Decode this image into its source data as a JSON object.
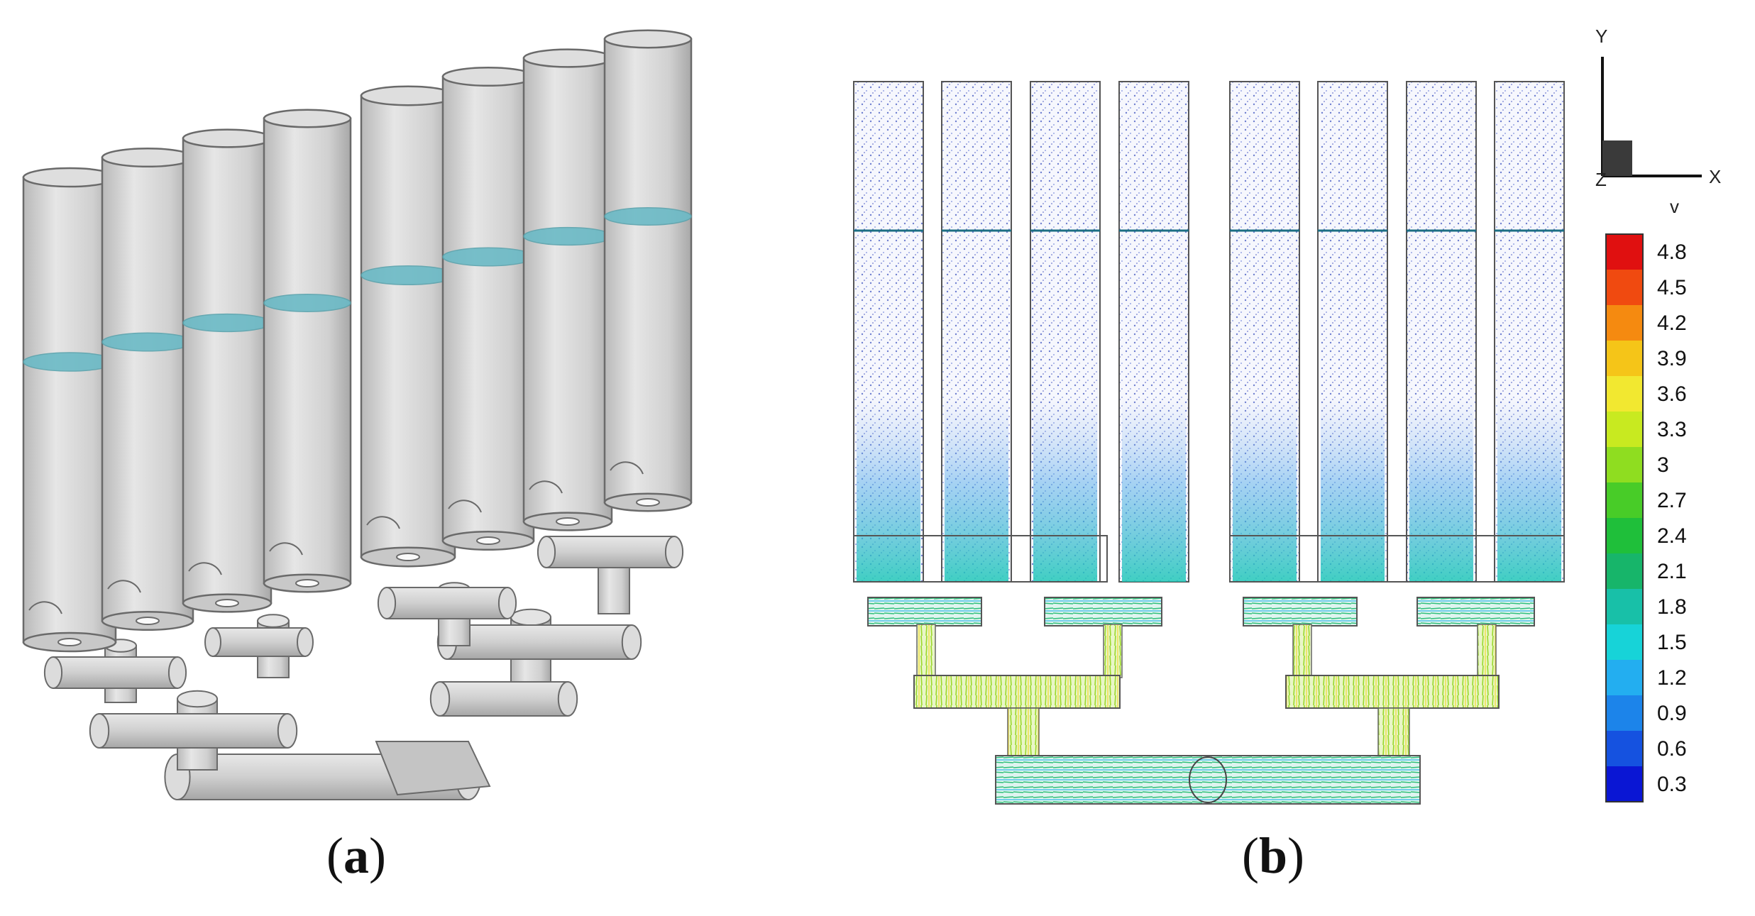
{
  "panels": {
    "a": {
      "label_open": "(",
      "label_letter": "a",
      "label_close": ")"
    },
    "b": {
      "label_open": "(",
      "label_letter": "b",
      "label_close": ")"
    }
  },
  "axes": {
    "y": "Y",
    "x": "X",
    "z": "Z",
    "variable": "v"
  },
  "legend": {
    "values": [
      "4.8",
      "4.5",
      "4.2",
      "3.9",
      "3.6",
      "3.3",
      "3",
      "2.7",
      "2.4",
      "2.1",
      "1.8",
      "1.5",
      "1.2",
      "0.9",
      "0.6",
      "0.3"
    ],
    "colors": [
      "#e01010",
      "#f04a10",
      "#f58a10",
      "#f5c518",
      "#f2e830",
      "#c8ea20",
      "#8fdd20",
      "#48cc28",
      "#1fbf3a",
      "#17b56a",
      "#18c0a8",
      "#17d3d8",
      "#23aef0",
      "#1c84ea",
      "#1552e0",
      "#0a16d4"
    ]
  },
  "colors": {
    "cylinder": "#d4d4d4",
    "cylinder_edge": "#6a6a6a",
    "water_surface": "#6bbac6",
    "background": "#ffffff"
  },
  "tank_count": 8
}
